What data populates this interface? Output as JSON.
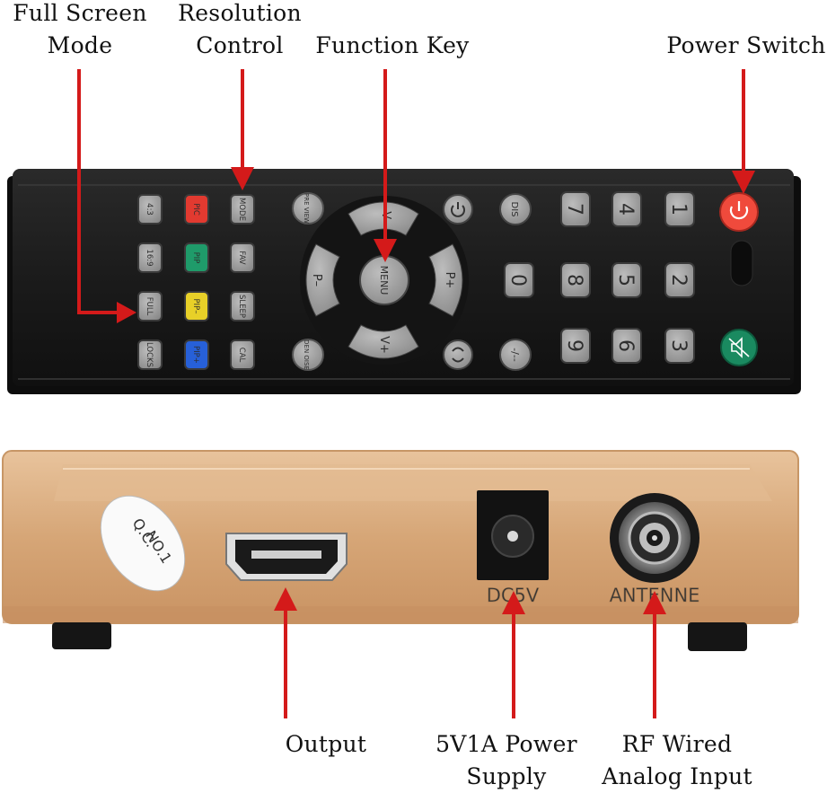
{
  "callouts": {
    "full_screen_mode": [
      "Full Screen",
      "Mode"
    ],
    "resolution_control": [
      "Resolution",
      "Control"
    ],
    "function_key": "Function Key",
    "power_switch": "Power Switch",
    "output": "Output",
    "power_supply": [
      "5V1A Power",
      "Supply"
    ],
    "rf_input": [
      "RF Wired",
      "Analog Input"
    ]
  },
  "remote": {
    "left_column": [
      "4:3",
      "16:9",
      "FULL",
      "LOCKS"
    ],
    "color_column": [
      {
        "label": "PIC",
        "color": "#e23a30"
      },
      {
        "label": "PIP",
        "color": "#1f9b6a"
      },
      {
        "label": "PIP–",
        "color": "#e8d028"
      },
      {
        "label": "PIP+",
        "color": "#2760d8"
      }
    ],
    "gray_column": [
      "MODE",
      "FAV",
      "SLEEP",
      "CAL"
    ],
    "round_top": "PRE VIEW",
    "round_bottom": "DEN OISE",
    "dpad": {
      "center": "MENU",
      "left": "P–",
      "right": "P+",
      "up": "V–",
      "down": "V+"
    },
    "dis": "DIS",
    "minus_dash": "-/--",
    "digits_row1": [
      "7",
      "4",
      "1"
    ],
    "digits_row2": [
      "0",
      "8",
      "5",
      "2"
    ],
    "digits_row3": [
      "9",
      "6",
      "3"
    ],
    "power_color": "#f04a3c",
    "mute_color": "#1a8a60"
  },
  "box": {
    "sticker": [
      "Q.C.",
      "NO.1"
    ],
    "dc_label": "DC5V",
    "antenna_label": "ANTENNE",
    "body_color": "#d9a97a"
  },
  "arrow_color": "#d41a1a"
}
